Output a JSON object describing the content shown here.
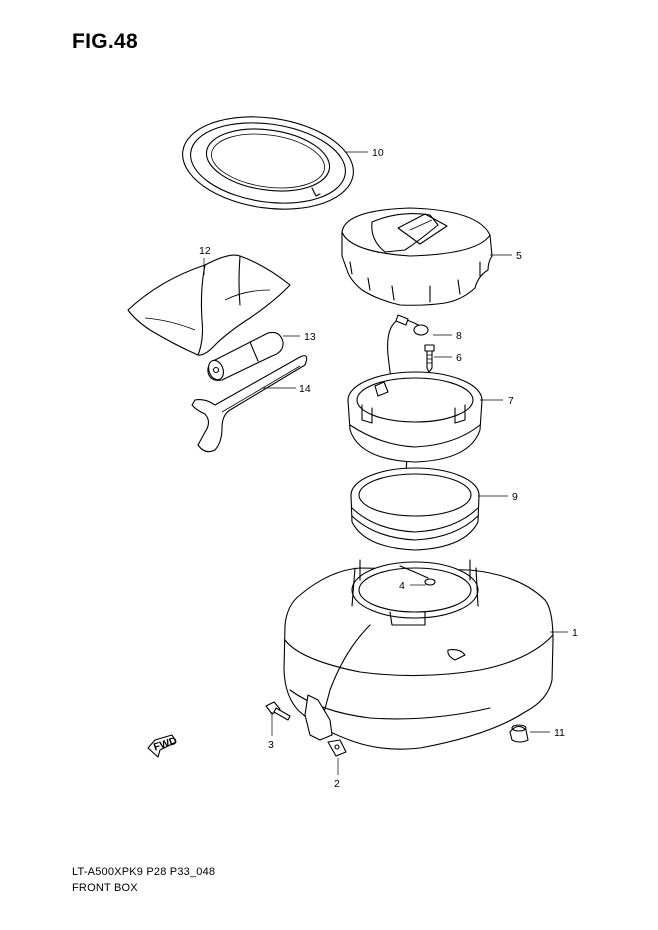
{
  "figure": {
    "title": "FIG.48",
    "code": "LT-A500XPK9 P28 P33_048",
    "name": "FRONT BOX"
  },
  "fwd_label": "FWD",
  "callouts": [
    {
      "id": "c1",
      "label": "1"
    },
    {
      "id": "c2",
      "label": "2"
    },
    {
      "id": "c3",
      "label": "3"
    },
    {
      "id": "c4",
      "label": "4"
    },
    {
      "id": "c5",
      "label": "5"
    },
    {
      "id": "c6",
      "label": "6"
    },
    {
      "id": "c7",
      "label": "7"
    },
    {
      "id": "c8",
      "label": "8"
    },
    {
      "id": "c9",
      "label": "9"
    },
    {
      "id": "c10",
      "label": "10"
    },
    {
      "id": "c11",
      "label": "11"
    },
    {
      "id": "c12",
      "label": "12"
    },
    {
      "id": "c13",
      "label": "13"
    },
    {
      "id": "c14",
      "label": "14"
    }
  ]
}
